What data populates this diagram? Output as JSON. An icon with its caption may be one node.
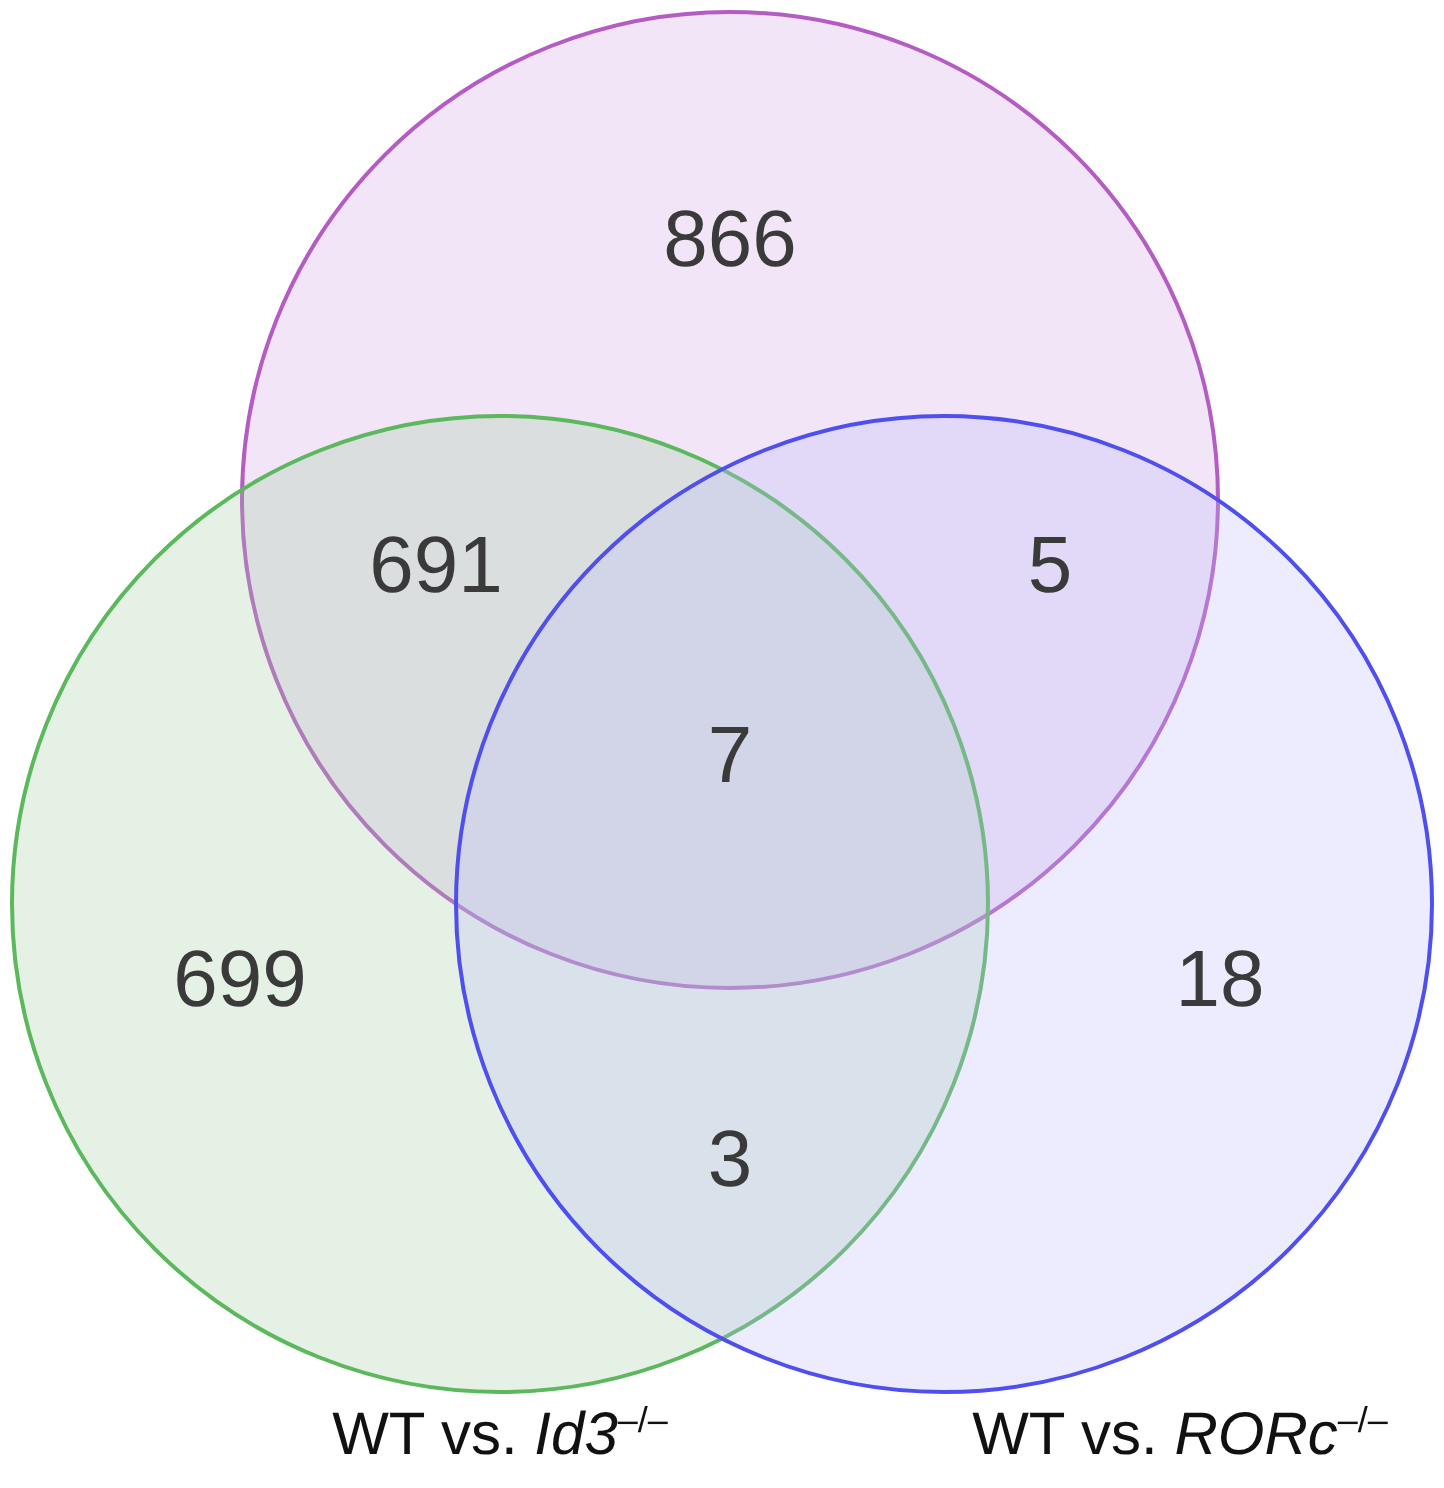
{
  "diagram": {
    "nodes": [
      {
        "text": [
          "866"
        ]
      },
      {
        "text": [
          "699"
        ],
        "beside": [
          "WT vs. *Id3*$^{–/–}$"
        ]
      },
      {
        "text": [
          "18"
        ],
        "beside": [
          "WT vs. *RORc*$^{–/–}$"
        ]
      }
    ],
    "labels": [
      "691",
      "5",
      "7",
      "3"
    ]
  }
}
